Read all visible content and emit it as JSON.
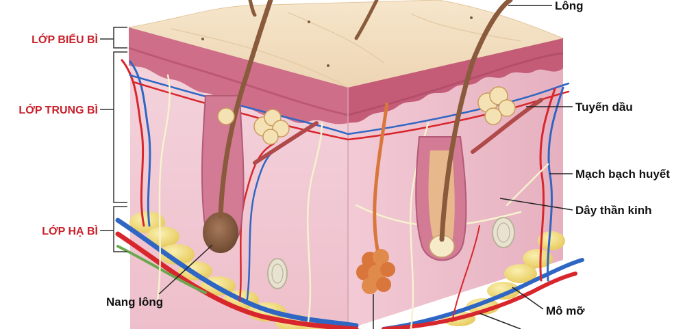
{
  "layer_labels": {
    "epidermis": "LỚP BIỂU BÌ",
    "dermis": "LỚP TRUNG BÌ",
    "hypodermis": "LỚP HẠ BÌ"
  },
  "callouts": {
    "hair": "Lông",
    "sebaceous_gland": "Tuyến dầu",
    "lymph_vessel": "Mạch bạch huyết",
    "nerve": "Dây thần kinh",
    "fat_tissue": "Mô mỡ",
    "hair_follicle": "Nang lông"
  },
  "colors": {
    "layer_label": "#c8202a",
    "callout_text": "#111111",
    "epidermis_top": "#f3dfc0",
    "epidermis_band": "#c7607c",
    "dermis": "#f0c9d3",
    "dermis_side": "#e9b6c4",
    "fat": "#f2dc7e",
    "artery": "#d8262d",
    "vein": "#2f66c4",
    "lymph": "#7cb35a",
    "nerve": "#f4f0c8",
    "follicle": "#8a5a3c"
  }
}
